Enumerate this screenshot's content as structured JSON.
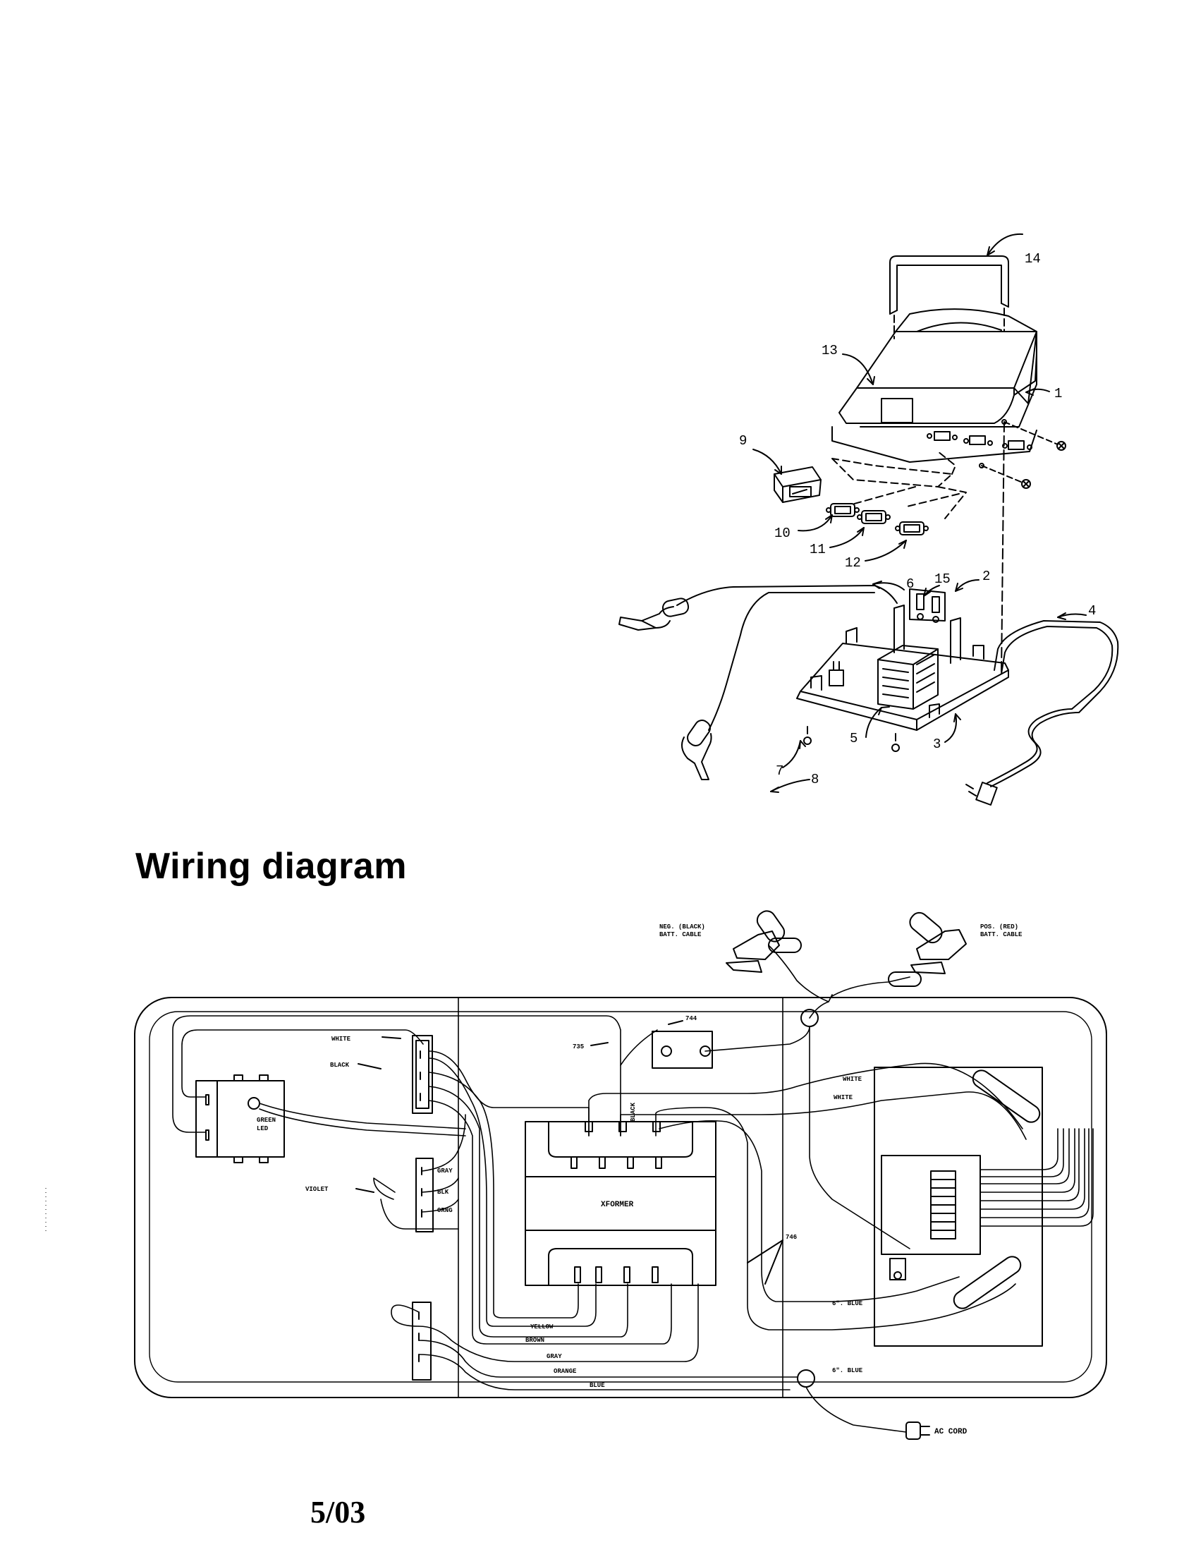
{
  "heading": "Wiring diagram",
  "date": "5/03",
  "exploded_view": {
    "part_numbers": [
      "1",
      "2",
      "3",
      "4",
      "5",
      "6",
      "7",
      "8",
      "9",
      "10",
      "11",
      "12",
      "13",
      "14",
      "15"
    ]
  },
  "wiring": {
    "neg_cable": [
      "NEG. (BLACK)",
      "BATT. CABLE"
    ],
    "pos_cable": [
      "POS. (RED)",
      "BATT. CABLE"
    ],
    "refs": {
      "r744": "744",
      "r735": "735",
      "r746": "746"
    },
    "wires": {
      "white": "WHITE",
      "black": "BLACK",
      "violet": "VIOLET",
      "gray": "GRAY",
      "blk": "BLK",
      "orng": "ORNG",
      "yellow": "YELLOW",
      "brown": "BROWN",
      "orange": "ORANGE",
      "blue": "BLUE",
      "blue6": "6\". BLUE",
      "black_v": "BLACK"
    },
    "meter_label": [
      "GREEN",
      "LED"
    ],
    "transformer_label": "XFORMER",
    "ac_cord": "AC CORD"
  }
}
